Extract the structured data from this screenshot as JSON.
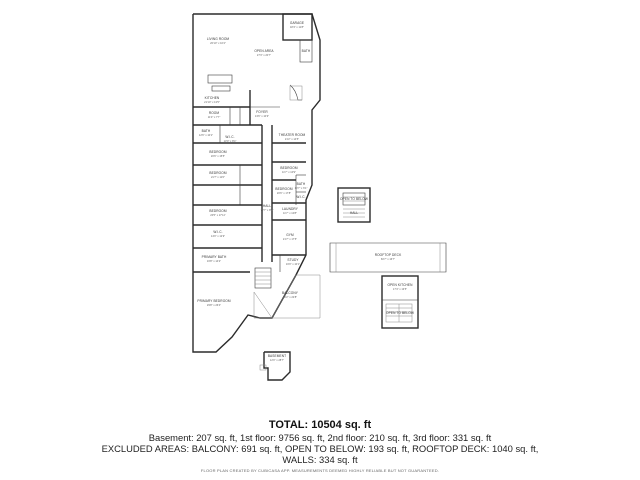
{
  "rooms": {
    "living_room": {
      "name": "LIVING ROOM",
      "dim": "20'10\" x 16'4\""
    },
    "garage": {
      "name": "GARAGE",
      "dim": "18'4\" x 11'8\""
    },
    "bath_garage": {
      "name": "BATH",
      "dim": ""
    },
    "open_area": {
      "name": "OPEN AREA",
      "dim": "27'3\" x 20'7\""
    },
    "kitchen": {
      "name": "KITCHEN",
      "dim": "21'10\" x 13'5\""
    },
    "bedroom_1": {
      "name": "ROOM",
      "dim": "11'3\" x 7'7\""
    },
    "foyer": {
      "name": "FOYER",
      "dim": "13'6\" x 10'3\""
    },
    "bath_1": {
      "name": "BATH",
      "dim": "12'6\" x 10'1\""
    },
    "wic_1": {
      "name": "W.I.C.",
      "dim": "13'0\" x 8'4\""
    },
    "bedroom_2": {
      "name": "BEDROOM",
      "dim": "20'6\" x 15'5\""
    },
    "theater": {
      "name": "THEATER ROOM",
      "dim": "21'2\" x 14'5\""
    },
    "bedroom_3": {
      "name": "BEDROOM",
      "dim": "21'7\" x 11'0\""
    },
    "bedroom_4": {
      "name": "BEDROOM",
      "dim": "20'5\" x 17'11\""
    },
    "bedroom_5": {
      "name": "BEDROOM",
      "dim": "11'7\" x 10'9\""
    },
    "bath_2": {
      "name": "BATH",
      "dim": "10'7\" x 6'1\""
    },
    "wic_2": {
      "name": "W.I.C.",
      "dim": ""
    },
    "hall": {
      "name": "HALL",
      "dim": "72'7\" x 8'9\""
    },
    "bedroom_6": {
      "name": "BEDROOM",
      "dim": "20'6\" x 17'8\""
    },
    "laundry": {
      "name": "LAUNDRY",
      "dim": "11'7\" x 10'8\""
    },
    "wic_3": {
      "name": "W.I.C.",
      "dim": "14'0\" x 12'9\""
    },
    "primary_bath": {
      "name": "PRIMARY BATH",
      "dim": "16'8\" x 14'2\""
    },
    "gym": {
      "name": "GYM",
      "dim": "21'7\" x 17'5\""
    },
    "study": {
      "name": "STUDY",
      "dim": "16'0\" x 10'1\""
    },
    "balcony": {
      "name": "BALCONY",
      "dim": "50'2\" x 22'8\""
    },
    "primary_bedroom": {
      "name": "PRIMARY BEDROOM",
      "dim": "29'8\" x 26'4\""
    },
    "open_to_below_2": {
      "name": "OPEN TO BELOW",
      "dim": ""
    },
    "hall_2": {
      "name": "HALL",
      "dim": ""
    },
    "rooftop_deck": {
      "name": "ROOFTOP DECK",
      "dim": "60'7\" x 16'7\""
    },
    "open_kitchen": {
      "name": "OPEN KITCHEN",
      "dim": "17'4\" x 13'5\""
    },
    "open_to_below_3": {
      "name": "OPEN TO BELOW",
      "dim": ""
    },
    "basement": {
      "name": "BASEMENT",
      "dim": "12'0\" x 28'7\""
    }
  },
  "summary": {
    "total": "TOTAL: 10504 sq. ft",
    "floors": "Basement: 207 sq. ft, 1st floor: 9756 sq. ft, 2nd floor: 210 sq. ft, 3rd floor: 331 sq. ft",
    "excluded": "EXCLUDED AREAS: BALCONY: 691 sq. ft, OPEN TO BELOW: 193 sq. ft, ROOFTOP DECK: 1040 sq. ft,",
    "walls": "WALLS: 334 sq. ft",
    "credit": "FLOOR PLAN CREATED BY CUBICASA APP. MEASUREMENTS DEEMED HIGHLY RELIABLE BUT NOT GUARANTEED."
  }
}
